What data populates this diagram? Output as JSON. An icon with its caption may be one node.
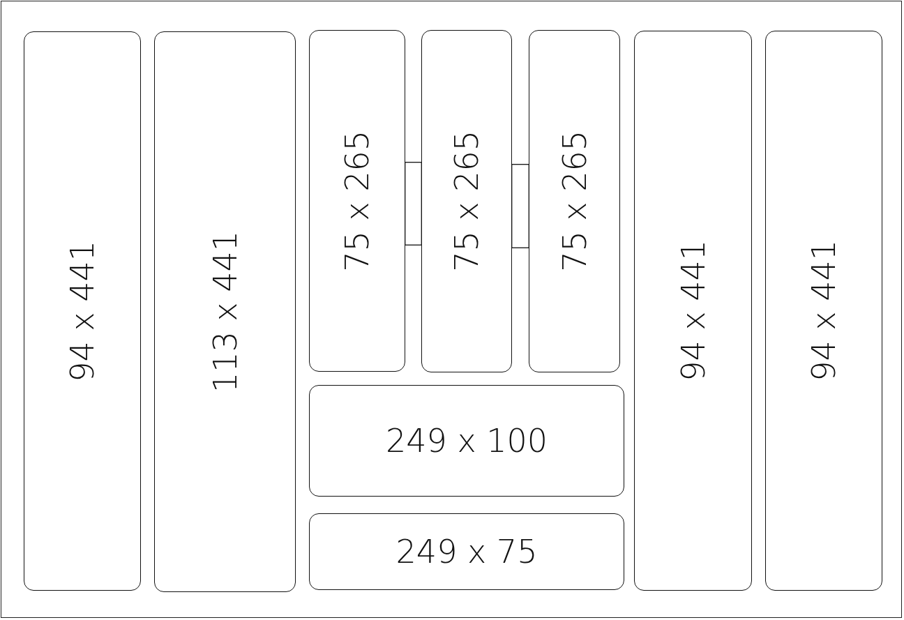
{
  "diagram": {
    "nodes": [
      {
        "text": [
          "94 x 441"
        ]
      },
      {
        "text": [
          "113 x 441"
        ]
      },
      {
        "text": [
          "75 x 265"
        ]
      },
      {
        "text": [
          "75 x 265"
        ]
      },
      {
        "text": [
          "75 x 265"
        ]
      },
      {
        "text": [
          "249 x 100"
        ]
      },
      {
        "text": [
          "249 x 75"
        ]
      },
      {
        "text": [
          "94 x 441"
        ]
      },
      {
        "text": [
          "94 x 441"
        ]
      },
      {
        "text": [],
        "shape": "box"
      },
      {
        "text": [],
        "shape": "box"
      }
    ]
  }
}
